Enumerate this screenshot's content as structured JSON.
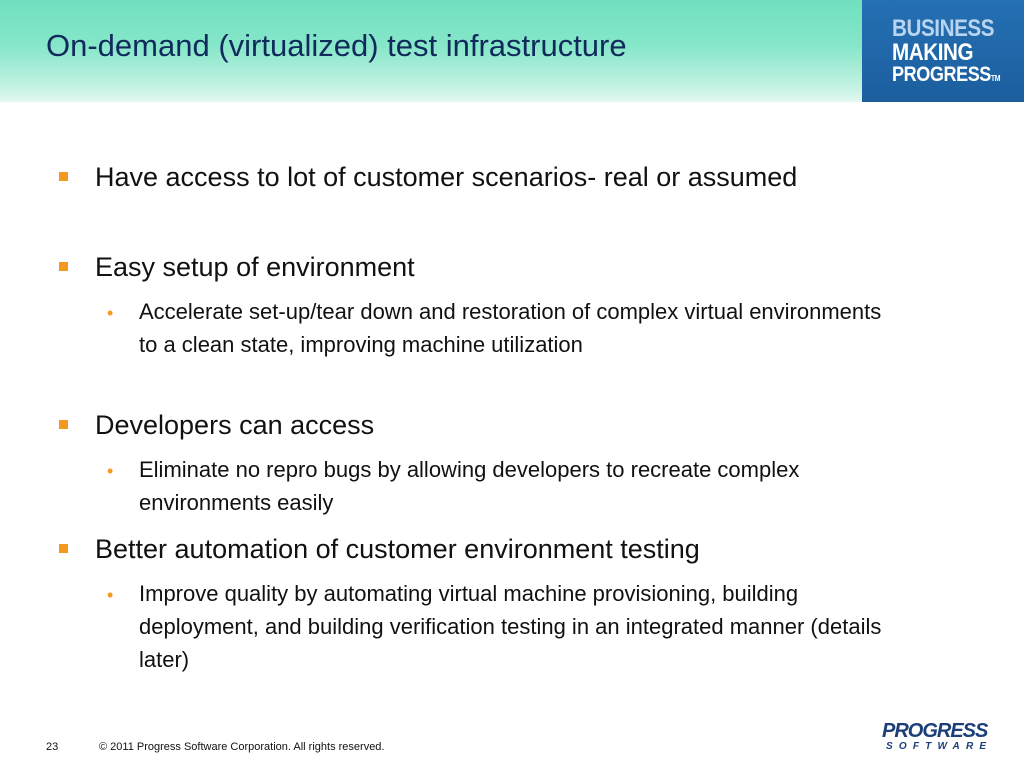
{
  "slide": {
    "title": "On-demand (virtualized) test infrastructure",
    "brand_lines": [
      "BUSINESS",
      "MAKING",
      "PROGRESS"
    ],
    "brand_tm": "TM",
    "items": [
      {
        "text": "Have access to lot of customer scenarios- real or assumed"
      },
      {
        "text": "Easy setup of environment"
      },
      {
        "text": "Accelerate set-up/tear down and restoration of complex virtual environments to a clean state, improving machine utilization"
      },
      {
        "text": "Developers can access"
      },
      {
        "text": "Eliminate no repro bugs by allowing developers to recreate complex environments easily"
      },
      {
        "text": "Better automation of customer environment testing"
      },
      {
        "text": "Improve quality by automating virtual machine provisioning, building deployment, and building verification testing in an integrated manner (details later)"
      }
    ],
    "sub_bullet_glyph": "•",
    "footer": {
      "page_number": "23",
      "copyright": "© 2011 Progress Software Corporation. All rights reserved."
    },
    "logo": {
      "main": "PROGRESS",
      "sub": "SOFTWARE"
    },
    "colors": {
      "title": "#102a5c",
      "bullet_accent": "#f39a1e",
      "brand_blue": "#1c5e9e",
      "header_green": "#6fe0bf"
    }
  }
}
